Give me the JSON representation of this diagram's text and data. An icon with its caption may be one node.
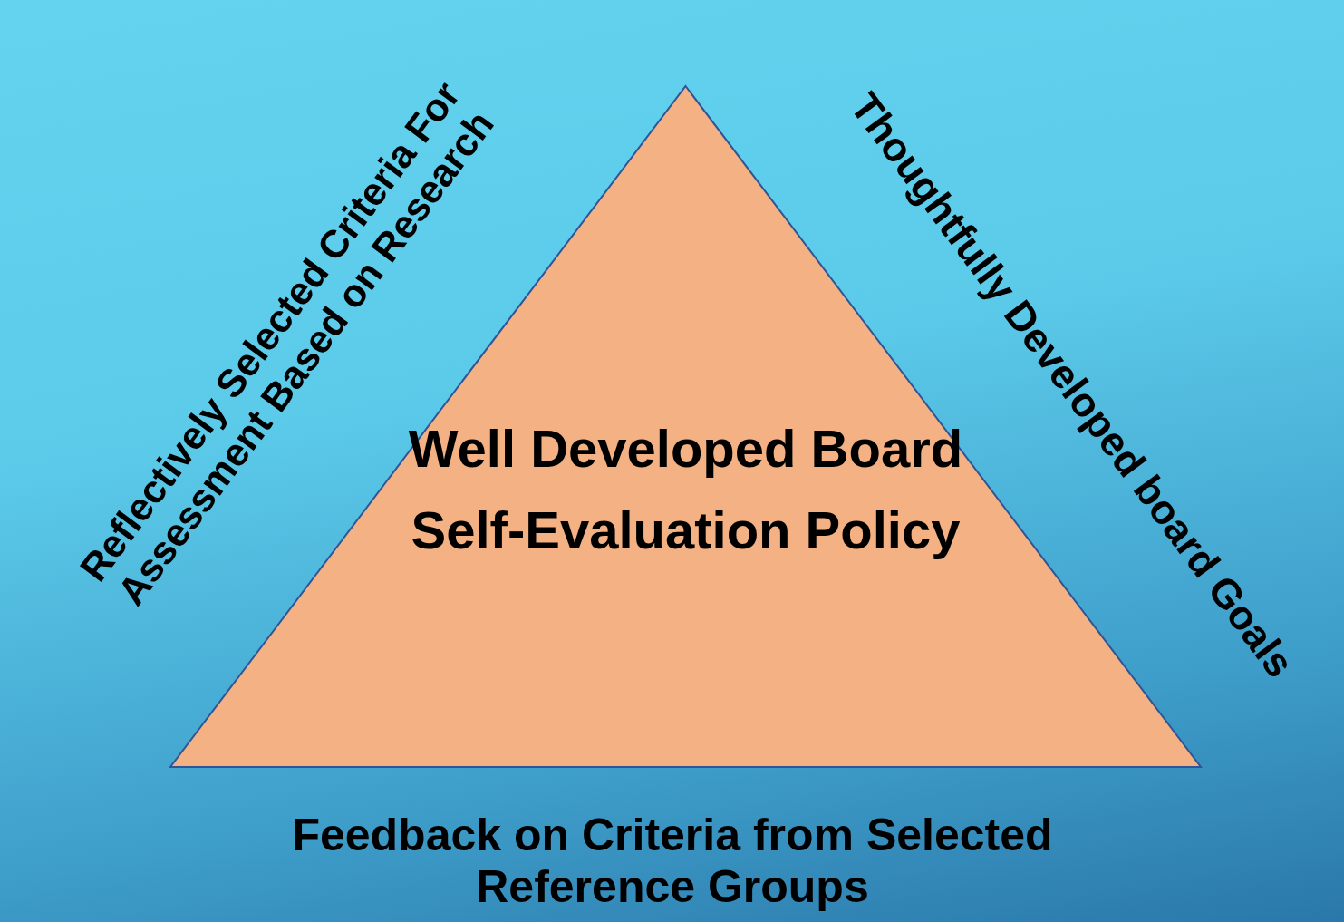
{
  "diagram": {
    "nodes": [
      {
        "text": [
          "Well Developed Board Self-Evaluation Policy"
        ]
      }
    ],
    "edges": [],
    "labels": [
      "Reflectively Selected Criteria For Assessment Based on Research",
      "Thoughtfully Developed board Goals",
      "Feedback on Criteria from Selected Reference Groups"
    ]
  }
}
